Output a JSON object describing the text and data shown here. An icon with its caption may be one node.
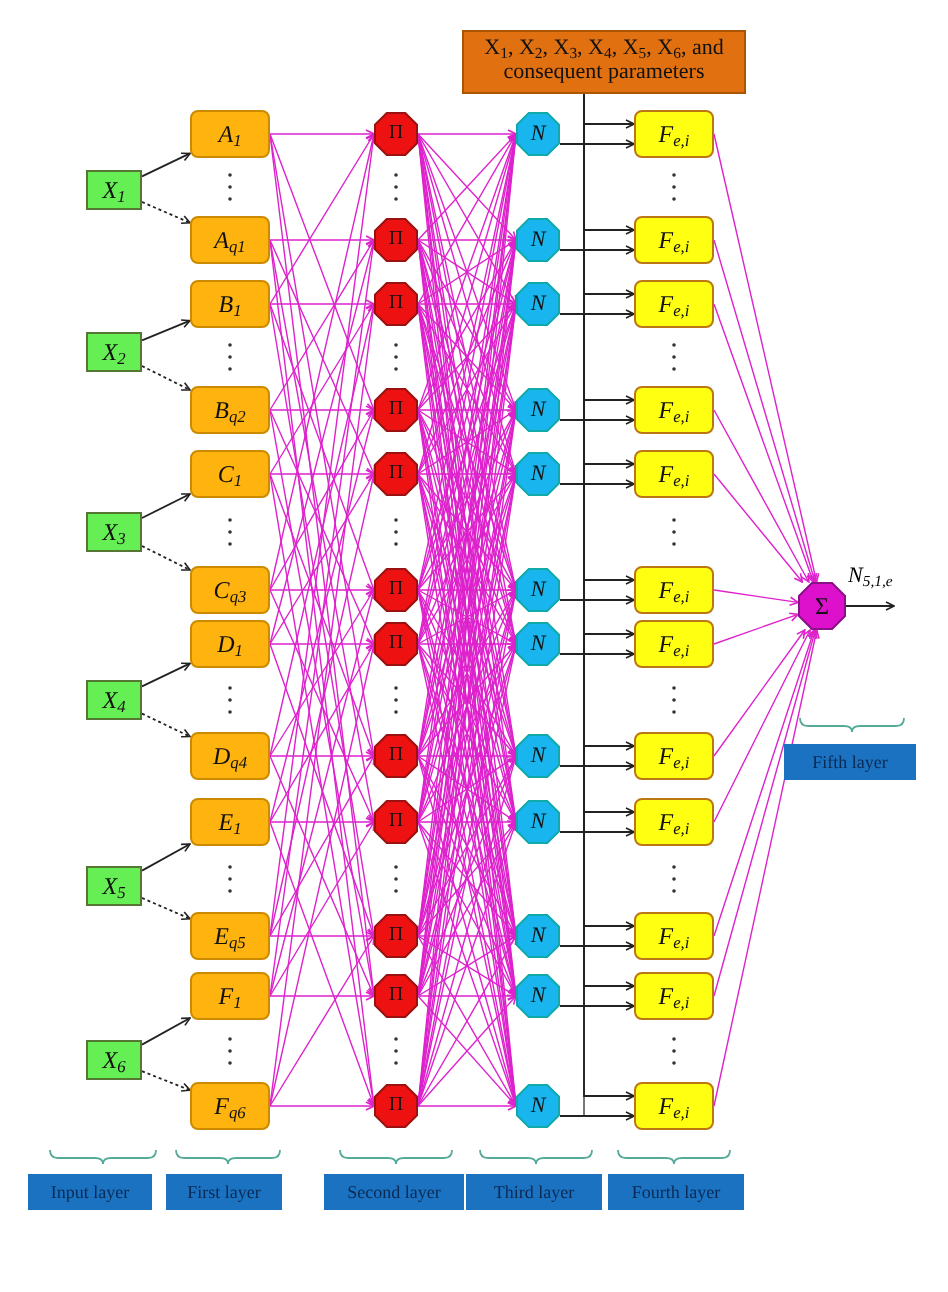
{
  "diagram": {
    "nodes": [
      {
        "text": [
          "X$_{1}$"
        ]
      },
      {
        "text": [
          "X$_{2}$"
        ]
      },
      {
        "text": [
          "X$_{3}$"
        ]
      },
      {
        "text": [
          "X$_{4}$"
        ]
      },
      {
        "text": [
          "X$_{5}$"
        ]
      },
      {
        "text": [
          "X$_{6}$"
        ]
      },
      {
        "text": [
          "A$_{1}$"
        ]
      },
      {
        "text": [
          "A$_{q1}$"
        ]
      },
      {
        "text": [
          "B$_{1}$"
        ]
      },
      {
        "text": [
          "B$_{q2}$"
        ]
      },
      {
        "text": [
          "C$_{1}$"
        ]
      },
      {
        "text": [
          "C$_{q3}$"
        ]
      },
      {
        "text": [
          "D$_{1}$"
        ]
      },
      {
        "text": [
          "D$_{q4}$"
        ]
      },
      {
        "text": [
          "E$_{1}$"
        ]
      },
      {
        "text": [
          "E$_{q5}$"
        ]
      },
      {
        "text": [
          "F$_{1}$"
        ]
      },
      {
        "text": [
          "F$_{q6}$"
        ]
      },
      {
        "text": [
          "Π"
        ]
      },
      {
        "text": [
          "Π"
        ]
      },
      {
        "text": [
          "Π"
        ]
      },
      {
        "text": [
          "Π"
        ]
      },
      {
        "text": [
          "Π"
        ]
      },
      {
        "text": [
          "Π"
        ]
      },
      {
        "text": [
          "Π"
        ]
      },
      {
        "text": [
          "Π"
        ]
      },
      {
        "text": [
          "Π"
        ]
      },
      {
        "text": [
          "Π"
        ]
      },
      {
        "text": [
          "Π"
        ]
      },
      {
        "text": [
          "Π"
        ]
      },
      {
        "text": [
          "N"
        ]
      },
      {
        "text": [
          "N"
        ]
      },
      {
        "text": [
          "N"
        ]
      },
      {
        "text": [
          "N"
        ]
      },
      {
        "text": [
          "N"
        ]
      },
      {
        "text": [
          "N"
        ]
      },
      {
        "text": [
          "N"
        ]
      },
      {
        "text": [
          "N"
        ]
      },
      {
        "text": [
          "N"
        ]
      },
      {
        "text": [
          "N"
        ]
      },
      {
        "text": [
          "N"
        ]
      },
      {
        "text": [
          "N"
        ]
      },
      {
        "text": [
          "F$_{e,i}$"
        ]
      },
      {
        "text": [
          "F$_{e,i}$"
        ]
      },
      {
        "text": [
          "F$_{e,i}$"
        ]
      },
      {
        "text": [
          "F$_{e,i}$"
        ]
      },
      {
        "text": [
          "F$_{e,i}$"
        ]
      },
      {
        "text": [
          "F$_{e,i}$"
        ]
      },
      {
        "text": [
          "F$_{e,i}$"
        ]
      },
      {
        "text": [
          "F$_{e,i}$"
        ]
      },
      {
        "text": [
          "F$_{e,i}$"
        ]
      },
      {
        "text": [
          "F$_{e,i}$"
        ]
      },
      {
        "text": [
          "F$_{e,i}$"
        ]
      },
      {
        "text": [
          "F$_{e,i}$"
        ]
      },
      {
        "text": [
          "Σ"
        ]
      },
      {
        "text": [
          "X$_{1}$, X$_{2}$, X$_{3}$, X$_{4}$, X$_{5}$, X$_{6}$, and consequent parameters"
        ]
      },
      {
        "text": [
          "Input layer"
        ]
      },
      {
        "text": [
          "First layer"
        ]
      },
      {
        "text": [
          "Second layer"
        ]
      },
      {
        "text": [
          "Third layer"
        ]
      },
      {
        "text": [
          "Fourth layer"
        ]
      },
      {
        "text": [
          "Fifth layer"
        ]
      }
    ],
    "edges": [
      {
        "from": 0,
        "to": 6,
        "arrow": "to",
        "color": "#222222"
      },
      {
        "from": 0,
        "to": 7,
        "arrow": "to",
        "color": "#222222",
        "style": "dashed"
      },
      {
        "from": 1,
        "to": 8,
        "arrow": "to",
        "color": "#222222"
      },
      {
        "from": 1,
        "to": 9,
        "arrow": "to",
        "color": "#222222",
        "style": "dashed"
      },
      {
        "from": 2,
        "to": 10,
        "arrow": "to",
        "color": "#222222"
      },
      {
        "from": 2,
        "to": 11,
        "arrow": "to",
        "color": "#222222",
        "style": "dashed"
      },
      {
        "from": 3,
        "to": 12,
        "arrow": "to",
        "color": "#222222"
      },
      {
        "from": 3,
        "to": 13,
        "arrow": "to",
        "color": "#222222",
        "style": "dashed"
      },
      {
        "from": 4,
        "to": 14,
        "arrow": "to",
        "color": "#222222"
      },
      {
        "from": 4,
        "to": 15,
        "arrow": "to",
        "color": "#222222",
        "style": "dashed"
      },
      {
        "from": 5,
        "to": 16,
        "arrow": "to",
        "color": "#222222"
      },
      {
        "from": 5,
        "to": 17,
        "arrow": "to",
        "color": "#222222",
        "style": "dashed"
      },
      {
        "from": 6,
        "to": 18,
        "arrow": "to"
      },
      {
        "from": 6,
        "to": 21,
        "arrow": "to"
      },
      {
        "from": 6,
        "to": 25,
        "arrow": "to"
      },
      {
        "from": 6,
        "to": 28,
        "arrow": "to"
      },
      {
        "from": 7,
        "to": 19,
        "arrow": "to"
      },
      {
        "from": 7,
        "to": 22,
        "arrow": "to"
      },
      {
        "from": 7,
        "to": 26,
        "arrow": "to"
      },
      {
        "from": 7,
        "to": 29,
        "arrow": "to"
      },
      {
        "from": 8,
        "to": 20,
        "arrow": "to"
      },
      {
        "from": 8,
        "to": 23,
        "arrow": "to"
      },
      {
        "from": 8,
        "to": 27,
        "arrow": "to"
      },
      {
        "from": 8,
        "to": 18,
        "arrow": "to"
      },
      {
        "from": 9,
        "to": 21,
        "arrow": "to"
      },
      {
        "from": 9,
        "to": 24,
        "arrow": "to"
      },
      {
        "from": 9,
        "to": 28,
        "arrow": "to"
      },
      {
        "from": 9,
        "to": 19,
        "arrow": "to"
      },
      {
        "from": 10,
        "to": 22,
        "arrow": "to"
      },
      {
        "from": 10,
        "to": 25,
        "arrow": "to"
      },
      {
        "from": 10,
        "to": 29,
        "arrow": "to"
      },
      {
        "from": 10,
        "to": 20,
        "arrow": "to"
      },
      {
        "from": 11,
        "to": 23,
        "arrow": "to"
      },
      {
        "from": 11,
        "to": 26,
        "arrow": "to"
      },
      {
        "from": 11,
        "to": 18,
        "arrow": "to"
      },
      {
        "from": 11,
        "to": 21,
        "arrow": "to"
      },
      {
        "from": 12,
        "to": 24,
        "arrow": "to"
      },
      {
        "from": 12,
        "to": 27,
        "arrow": "to"
      },
      {
        "from": 12,
        "to": 19,
        "arrow": "to"
      },
      {
        "from": 12,
        "to": 22,
        "arrow": "to"
      },
      {
        "from": 13,
        "to": 25,
        "arrow": "to"
      },
      {
        "from": 13,
        "to": 28,
        "arrow": "to"
      },
      {
        "from": 13,
        "to": 20,
        "arrow": "to"
      },
      {
        "from": 13,
        "to": 23,
        "arrow": "to"
      },
      {
        "from": 14,
        "to": 26,
        "arrow": "to"
      },
      {
        "from": 14,
        "to": 29,
        "arrow": "to"
      },
      {
        "from": 14,
        "to": 21,
        "arrow": "to"
      },
      {
        "from": 14,
        "to": 24,
        "arrow": "to"
      },
      {
        "from": 15,
        "to": 27,
        "arrow": "to"
      },
      {
        "from": 15,
        "to": 18,
        "arrow": "to"
      },
      {
        "from": 15,
        "to": 22,
        "arrow": "to"
      },
      {
        "from": 15,
        "to": 25,
        "arrow": "to"
      },
      {
        "from": 16,
        "to": 28,
        "arrow": "to"
      },
      {
        "from": 16,
        "to": 19,
        "arrow": "to"
      },
      {
        "from": 16,
        "to": 23,
        "arrow": "to"
      },
      {
        "from": 16,
        "to": 26,
        "arrow": "to"
      },
      {
        "from": 17,
        "to": 29,
        "arrow": "to"
      },
      {
        "from": 17,
        "to": 20,
        "arrow": "to"
      },
      {
        "from": 17,
        "to": 24,
        "arrow": "to"
      },
      {
        "from": 17,
        "to": 27,
        "arrow": "to"
      },
      {
        "from": 18,
        "to": 30,
        "arrow": "to"
      },
      {
        "from": 18,
        "to": 31,
        "arrow": "to"
      },
      {
        "from": 18,
        "to": 32,
        "arrow": "to"
      },
      {
        "from": 18,
        "to": 33,
        "arrow": "to"
      },
      {
        "from": 18,
        "to": 34,
        "arrow": "to"
      },
      {
        "from": 18,
        "to": 35,
        "arrow": "to"
      },
      {
        "from": 18,
        "to": 36,
        "arrow": "to"
      },
      {
        "from": 18,
        "to": 37,
        "arrow": "to"
      },
      {
        "from": 18,
        "to": 38,
        "arrow": "to"
      },
      {
        "from": 18,
        "to": 39,
        "arrow": "to"
      },
      {
        "from": 18,
        "to": 40,
        "arrow": "to"
      },
      {
        "from": 18,
        "to": 41,
        "arrow": "to"
      },
      {
        "from": 19,
        "to": 30,
        "arrow": "to"
      },
      {
        "from": 19,
        "to": 31,
        "arrow": "to"
      },
      {
        "from": 19,
        "to": 32,
        "arrow": "to"
      },
      {
        "from": 19,
        "to": 33,
        "arrow": "to"
      },
      {
        "from": 19,
        "to": 34,
        "arrow": "to"
      },
      {
        "from": 19,
        "to": 35,
        "arrow": "to"
      },
      {
        "from": 19,
        "to": 36,
        "arrow": "to"
      },
      {
        "from": 19,
        "to": 37,
        "arrow": "to"
      },
      {
        "from": 19,
        "to": 38,
        "arrow": "to"
      },
      {
        "from": 19,
        "to": 39,
        "arrow": "to"
      },
      {
        "from": 19,
        "to": 40,
        "arrow": "to"
      },
      {
        "from": 19,
        "to": 41,
        "arrow": "to"
      },
      {
        "from": 20,
        "to": 30,
        "arrow": "to"
      },
      {
        "from": 20,
        "to": 31,
        "arrow": "to"
      },
      {
        "from": 20,
        "to": 32,
        "arrow": "to"
      },
      {
        "from": 20,
        "to": 33,
        "arrow": "to"
      },
      {
        "from": 20,
        "to": 34,
        "arrow": "to"
      },
      {
        "from": 20,
        "to": 35,
        "arrow": "to"
      },
      {
        "from": 20,
        "to": 36,
        "arrow": "to"
      },
      {
        "from": 20,
        "to": 37,
        "arrow": "to"
      },
      {
        "from": 20,
        "to": 38,
        "arrow": "to"
      },
      {
        "from": 20,
        "to": 39,
        "arrow": "to"
      },
      {
        "from": 20,
        "to": 40,
        "arrow": "to"
      },
      {
        "from": 20,
        "to": 41,
        "arrow": "to"
      },
      {
        "from": 21,
        "to": 30,
        "arrow": "to"
      },
      {
        "from": 21,
        "to": 31,
        "arrow": "to"
      },
      {
        "from": 21,
        "to": 32,
        "arrow": "to"
      },
      {
        "from": 21,
        "to": 33,
        "arrow": "to"
      },
      {
        "from": 21,
        "to": 34,
        "arrow": "to"
      },
      {
        "from": 21,
        "to": 35,
        "arrow": "to"
      },
      {
        "from": 21,
        "to": 36,
        "arrow": "to"
      },
      {
        "from": 21,
        "to": 37,
        "arrow": "to"
      },
      {
        "from": 21,
        "to": 38,
        "arrow": "to"
      },
      {
        "from": 21,
        "to": 39,
        "arrow": "to"
      },
      {
        "from": 21,
        "to": 40,
        "arrow": "to"
      },
      {
        "from": 21,
        "to": 41,
        "arrow": "to"
      },
      {
        "from": 22,
        "to": 30,
        "arrow": "to"
      },
      {
        "from": 22,
        "to": 31,
        "arrow": "to"
      },
      {
        "from": 22,
        "to": 32,
        "arrow": "to"
      },
      {
        "from": 22,
        "to": 33,
        "arrow": "to"
      },
      {
        "from": 22,
        "to": 34,
        "arrow": "to"
      },
      {
        "from": 22,
        "to": 35,
        "arrow": "to"
      },
      {
        "from": 22,
        "to": 36,
        "arrow": "to"
      },
      {
        "from": 22,
        "to": 37,
        "arrow": "to"
      },
      {
        "from": 22,
        "to": 38,
        "arrow": "to"
      },
      {
        "from": 22,
        "to": 39,
        "arrow": "to"
      },
      {
        "from": 22,
        "to": 40,
        "arrow": "to"
      },
      {
        "from": 22,
        "to": 41,
        "arrow": "to"
      },
      {
        "from": 23,
        "to": 30,
        "arrow": "to"
      },
      {
        "from": 23,
        "to": 31,
        "arrow": "to"
      },
      {
        "from": 23,
        "to": 32,
        "arrow": "to"
      },
      {
        "from": 23,
        "to": 33,
        "arrow": "to"
      },
      {
        "from": 23,
        "to": 34,
        "arrow": "to"
      },
      {
        "from": 23,
        "to": 35,
        "arrow": "to"
      },
      {
        "from": 23,
        "to": 36,
        "arrow": "to"
      },
      {
        "from": 23,
        "to": 37,
        "arrow": "to"
      },
      {
        "from": 23,
        "to": 38,
        "arrow": "to"
      },
      {
        "from": 23,
        "to": 39,
        "arrow": "to"
      },
      {
        "from": 23,
        "to": 40,
        "arrow": "to"
      },
      {
        "from": 23,
        "to": 41,
        "arrow": "to"
      },
      {
        "from": 24,
        "to": 30,
        "arrow": "to"
      },
      {
        "from": 24,
        "to": 31,
        "arrow": "to"
      },
      {
        "from": 24,
        "to": 32,
        "arrow": "to"
      },
      {
        "from": 24,
        "to": 33,
        "arrow": "to"
      },
      {
        "from": 24,
        "to": 34,
        "arrow": "to"
      },
      {
        "from": 24,
        "to": 35,
        "arrow": "to"
      },
      {
        "from": 24,
        "to": 36,
        "arrow": "to"
      },
      {
        "from": 24,
        "to": 37,
        "arrow": "to"
      },
      {
        "from": 24,
        "to": 38,
        "arrow": "to"
      },
      {
        "from": 24,
        "to": 39,
        "arrow": "to"
      },
      {
        "from": 24,
        "to": 40,
        "arrow": "to"
      },
      {
        "from": 24,
        "to": 41,
        "arrow": "to"
      },
      {
        "from": 25,
        "to": 30,
        "arrow": "to"
      },
      {
        "from": 25,
        "to": 31,
        "arrow": "to"
      },
      {
        "from": 25,
        "to": 32,
        "arrow": "to"
      },
      {
        "from": 25,
        "to": 33,
        "arrow": "to"
      },
      {
        "from": 25,
        "to": 34,
        "arrow": "to"
      },
      {
        "from": 25,
        "to": 35,
        "arrow": "to"
      },
      {
        "from": 25,
        "to": 36,
        "arrow": "to"
      },
      {
        "from": 25,
        "to": 37,
        "arrow": "to"
      },
      {
        "from": 25,
        "to": 38,
        "arrow": "to"
      },
      {
        "from": 25,
        "to": 39,
        "arrow": "to"
      },
      {
        "from": 25,
        "to": 40,
        "arrow": "to"
      },
      {
        "from": 25,
        "to": 41,
        "arrow": "to"
      },
      {
        "from": 26,
        "to": 30,
        "arrow": "to"
      },
      {
        "from": 26,
        "to": 31,
        "arrow": "to"
      },
      {
        "from": 26,
        "to": 32,
        "arrow": "to"
      },
      {
        "from": 26,
        "to": 33,
        "arrow": "to"
      },
      {
        "from": 26,
        "to": 34,
        "arrow": "to"
      },
      {
        "from": 26,
        "to": 35,
        "arrow": "to"
      },
      {
        "from": 26,
        "to": 36,
        "arrow": "to"
      },
      {
        "from": 26,
        "to": 37,
        "arrow": "to"
      },
      {
        "from": 26,
        "to": 38,
        "arrow": "to"
      },
      {
        "from": 26,
        "to": 39,
        "arrow": "to"
      },
      {
        "from": 26,
        "to": 40,
        "arrow": "to"
      },
      {
        "from": 26,
        "to": 41,
        "arrow": "to"
      },
      {
        "from": 27,
        "to": 30,
        "arrow": "to"
      },
      {
        "from": 27,
        "to": 31,
        "arrow": "to"
      },
      {
        "from": 27,
        "to": 32,
        "arrow": "to"
      },
      {
        "from": 27,
        "to": 33,
        "arrow": "to"
      },
      {
        "from": 27,
        "to": 34,
        "arrow": "to"
      },
      {
        "from": 27,
        "to": 35,
        "arrow": "to"
      },
      {
        "from": 27,
        "to": 36,
        "arrow": "to"
      },
      {
        "from": 27,
        "to": 37,
        "arrow": "to"
      },
      {
        "from": 27,
        "to": 38,
        "arrow": "to"
      },
      {
        "from": 27,
        "to": 39,
        "arrow": "to"
      },
      {
        "from": 27,
        "to": 40,
        "arrow": "to"
      },
      {
        "from": 27,
        "to": 41,
        "arrow": "to"
      },
      {
        "from": 28,
        "to": 30,
        "arrow": "to"
      },
      {
        "from": 28,
        "to": 31,
        "arrow": "to"
      },
      {
        "from": 28,
        "to": 32,
        "arrow": "to"
      },
      {
        "from": 28,
        "to": 33,
        "arrow": "to"
      },
      {
        "from": 28,
        "to": 34,
        "arrow": "to"
      },
      {
        "from": 28,
        "to": 35,
        "arrow": "to"
      },
      {
        "from": 28,
        "to": 36,
        "arrow": "to"
      },
      {
        "from": 28,
        "to": 37,
        "arrow": "to"
      },
      {
        "from": 28,
        "to": 38,
        "arrow": "to"
      },
      {
        "from": 28,
        "to": 39,
        "arrow": "to"
      },
      {
        "from": 28,
        "to": 40,
        "arrow": "to"
      },
      {
        "from": 28,
        "to": 41,
        "arrow": "to"
      },
      {
        "from": 29,
        "to": 30,
        "arrow": "to"
      },
      {
        "from": 29,
        "to": 31,
        "arrow": "to"
      },
      {
        "from": 29,
        "to": 32,
        "arrow": "to"
      },
      {
        "from": 29,
        "to": 33,
        "arrow": "to"
      },
      {
        "from": 29,
        "to": 34,
        "arrow": "to"
      },
      {
        "from": 29,
        "to": 35,
        "arrow": "to"
      },
      {
        "from": 29,
        "to": 36,
        "arrow": "to"
      },
      {
        "from": 29,
        "to": 37,
        "arrow": "to"
      },
      {
        "from": 29,
        "to": 38,
        "arrow": "to"
      },
      {
        "from": 29,
        "to": 39,
        "arrow": "to"
      },
      {
        "from": 29,
        "to": 40,
        "arrow": "to"
      },
      {
        "from": 29,
        "to": 41,
        "arrow": "to"
      },
      {
        "from": 30,
        "to": 42,
        "arrow": "to",
        "color": "#222222"
      },
      {
        "from": 31,
        "to": 43,
        "arrow": "to",
        "color": "#222222"
      },
      {
        "from": 32,
        "to": 44,
        "arrow": "to",
        "color": "#222222"
      },
      {
        "from": 33,
        "to": 45,
        "arrow": "to",
        "color": "#222222"
      },
      {
        "from": 34,
        "to": 46,
        "arrow": "to",
        "color": "#222222"
      },
      {
        "from": 35,
        "to": 47,
        "arrow": "to",
        "color": "#222222"
      },
      {
        "from": 36,
        "to": 48,
        "arrow": "to",
        "color": "#222222"
      },
      {
        "from": 37,
        "to": 49,
        "arrow": "to",
        "color": "#222222"
      },
      {
        "from": 38,
        "to": 50,
        "arrow": "to",
        "color": "#222222"
      },
      {
        "from": 39,
        "to": 51,
        "arrow": "to",
        "color": "#222222"
      },
      {
        "from": 40,
        "to": 52,
        "arrow": "to",
        "color": "#222222"
      },
      {
        "from": 41,
        "to": 53,
        "arrow": "to",
        "color": "#222222"
      },
      {
        "from": 55,
        "to": 42,
        "arrow": "to",
        "color": "#222222"
      },
      {
        "from": 55,
        "to": 43,
        "arrow": "to",
        "color": "#222222"
      },
      {
        "from": 55,
        "to": 44,
        "arrow": "to",
        "color": "#222222"
      },
      {
        "from": 55,
        "to": 45,
        "arrow": "to",
        "color": "#222222"
      },
      {
        "from": 55,
        "to": 46,
        "arrow": "to",
        "color": "#222222"
      },
      {
        "from": 55,
        "to": 47,
        "arrow": "to",
        "color": "#222222"
      },
      {
        "from": 55,
        "to": 48,
        "arrow": "to",
        "color": "#222222"
      },
      {
        "from": 55,
        "to": 49,
        "arrow": "to",
        "color": "#222222"
      },
      {
        "from": 55,
        "to": 50,
        "arrow": "to",
        "color": "#222222"
      },
      {
        "from": 55,
        "to": 51,
        "arrow": "to",
        "color": "#222222"
      },
      {
        "from": 55,
        "to": 52,
        "arrow": "to",
        "color": "#222222"
      },
      {
        "from": 55,
        "to": 53,
        "arrow": "to",
        "color": "#222222"
      },
      {
        "from": 42,
        "to": 54,
        "arrow": "to"
      },
      {
        "from": 43,
        "to": 54,
        "arrow": "to"
      },
      {
        "from": 44,
        "to": 54,
        "arrow": "to"
      },
      {
        "from": 45,
        "to": 54,
        "arrow": "to"
      },
      {
        "from": 46,
        "to": 54,
        "arrow": "to"
      },
      {
        "from": 47,
        "to": 54,
        "arrow": "to"
      },
      {
        "from": 48,
        "to": 54,
        "arrow": "to"
      },
      {
        "from": 49,
        "to": 54,
        "arrow": "to"
      },
      {
        "from": 50,
        "to": 54,
        "arrow": "to"
      },
      {
        "from": 51,
        "to": 54,
        "arrow": "to"
      },
      {
        "from": 52,
        "to": 54,
        "arrow": "to"
      },
      {
        "from": 53,
        "to": 54,
        "arrow": "to"
      },
      {
        "from": 54,
        "to": null,
        "arrow": "to",
        "color": "#222222",
        "label": "N$_{5,1,e}$"
      }
    ]
  }
}
